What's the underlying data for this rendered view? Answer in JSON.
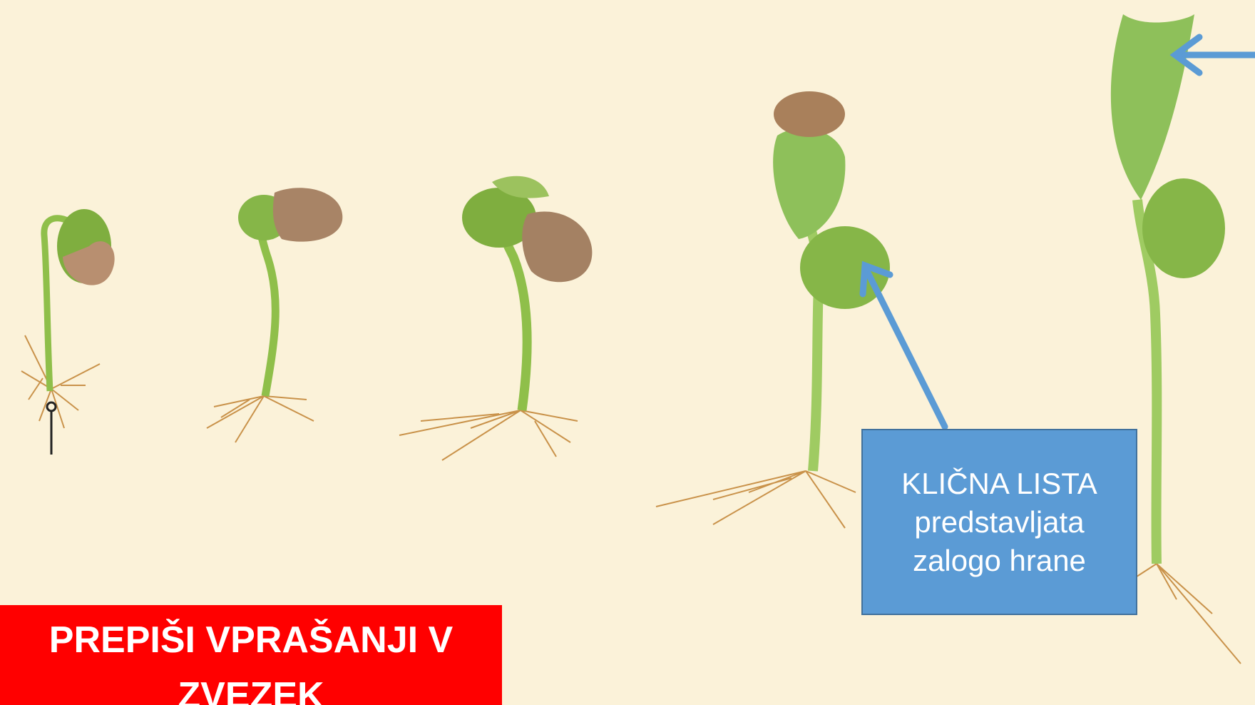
{
  "callout": {
    "line1": "KLIČNA LISTA",
    "line2": "predstavljata",
    "line3": "zalogo hrane"
  },
  "banner": {
    "line1": "PREPIŠI VPRAŠANJI V",
    "line2": "ZVEZEK"
  },
  "colors": {
    "background": "#fbf2d9",
    "callout_fill": "#5b9bd5",
    "arrow": "#5b9bd5",
    "banner_fill": "#ff0000"
  }
}
